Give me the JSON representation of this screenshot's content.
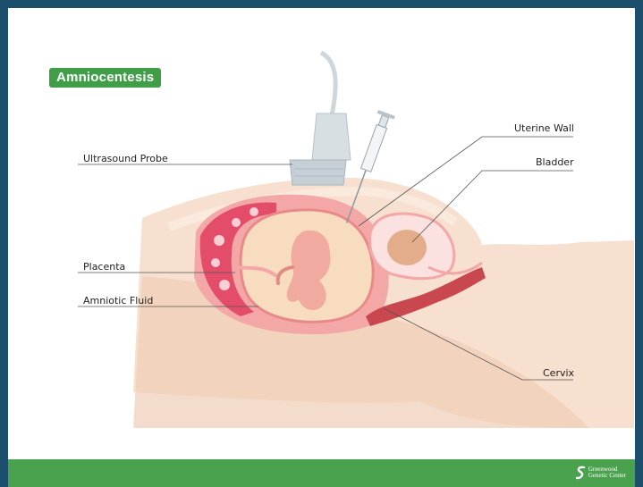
{
  "title": "Amniocentesis",
  "labels": {
    "ultrasound_probe": "Ultrasound Probe",
    "placenta": "Placenta",
    "amniotic_fluid": "Amniotic Fluid",
    "uterine_wall": "Uterine Wall",
    "bladder": "Bladder",
    "cervix": "Cervix"
  },
  "logo": {
    "line1": "Greenwood",
    "line2": "Genetic Center"
  },
  "colors": {
    "border": "#1c4f6b",
    "footer": "#4aa24e",
    "title_badge": "#3f9e47"
  }
}
